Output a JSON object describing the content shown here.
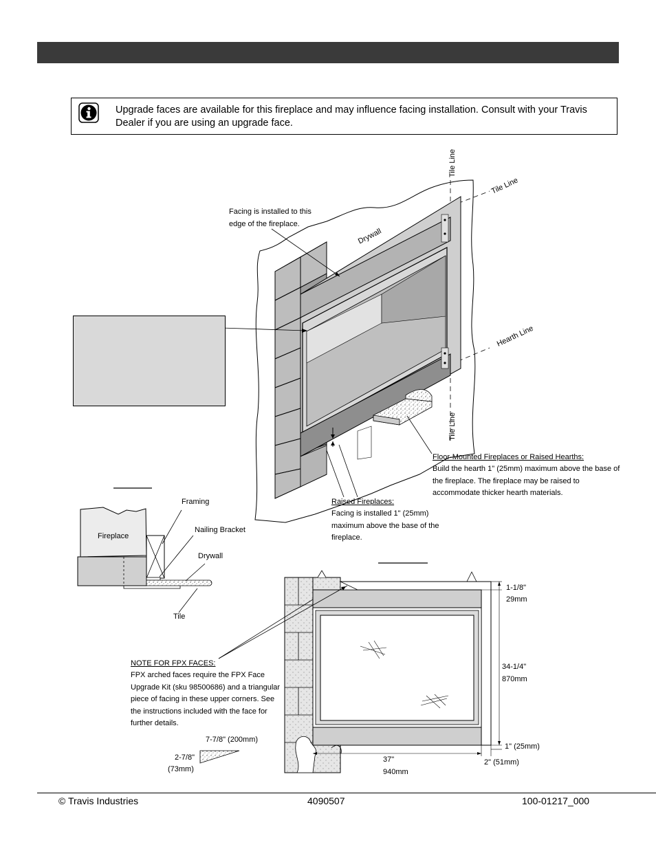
{
  "note": {
    "icon": "info-icon",
    "text": "Upgrade faces are available for this fireplace and may influence facing installation.  Consult with your Travis Dealer if you are using an upgrade face."
  },
  "main_diagram": {
    "tile_line_top": "Tile Line",
    "tile_line_right": "Tile Line",
    "tile_line_bottom": "Tile Line",
    "hearth_line": "Hearth Line",
    "drywall": "Drywall",
    "facing_edge": "Facing is installed to this edge of the fireplace.",
    "floor_mounted_title": "Floor-Mounted Fireplaces or Raised Hearths:",
    "floor_mounted_body": "Build the hearth 1\" (25mm) maximum above the base of the fireplace.  The fireplace may be raised to accommodate thicker hearth materials.",
    "raised_title": "Raised Fireplaces:",
    "raised_body": "Facing is installed 1\" (25mm) maximum above the base of the fireplace."
  },
  "side_detail": {
    "framing": "Framing",
    "fireplace": "Fireplace",
    "nailing_bracket": "Nailing Bracket",
    "drywall": "Drywall",
    "tile": "Tile"
  },
  "front_detail": {
    "note_title": "NOTE FOR FPX FACES:",
    "note_body": "FPX arched faces require the FPX Face Upgrade Kit (sku 98500686) and a triangular piece of facing in these upper corners.  See the instructions included with the face for further details.",
    "dim_top_in": "1-1/8\"",
    "dim_top_mm": "29mm",
    "dim_height_in": "34-1/4\"",
    "dim_height_mm": "870mm",
    "dim_bottom": "1\" (25mm)",
    "dim_width_in": "37\"",
    "dim_width_mm": "940mm",
    "dim_side": "2\" (51mm)",
    "tri_width": "7-7/8\" (200mm)",
    "tri_height_in": "2-7/8\"",
    "tri_height_mm": "(73mm)"
  },
  "footer": {
    "left": "© Travis Industries",
    "center": "4090507",
    "right": "100-01217_000"
  }
}
